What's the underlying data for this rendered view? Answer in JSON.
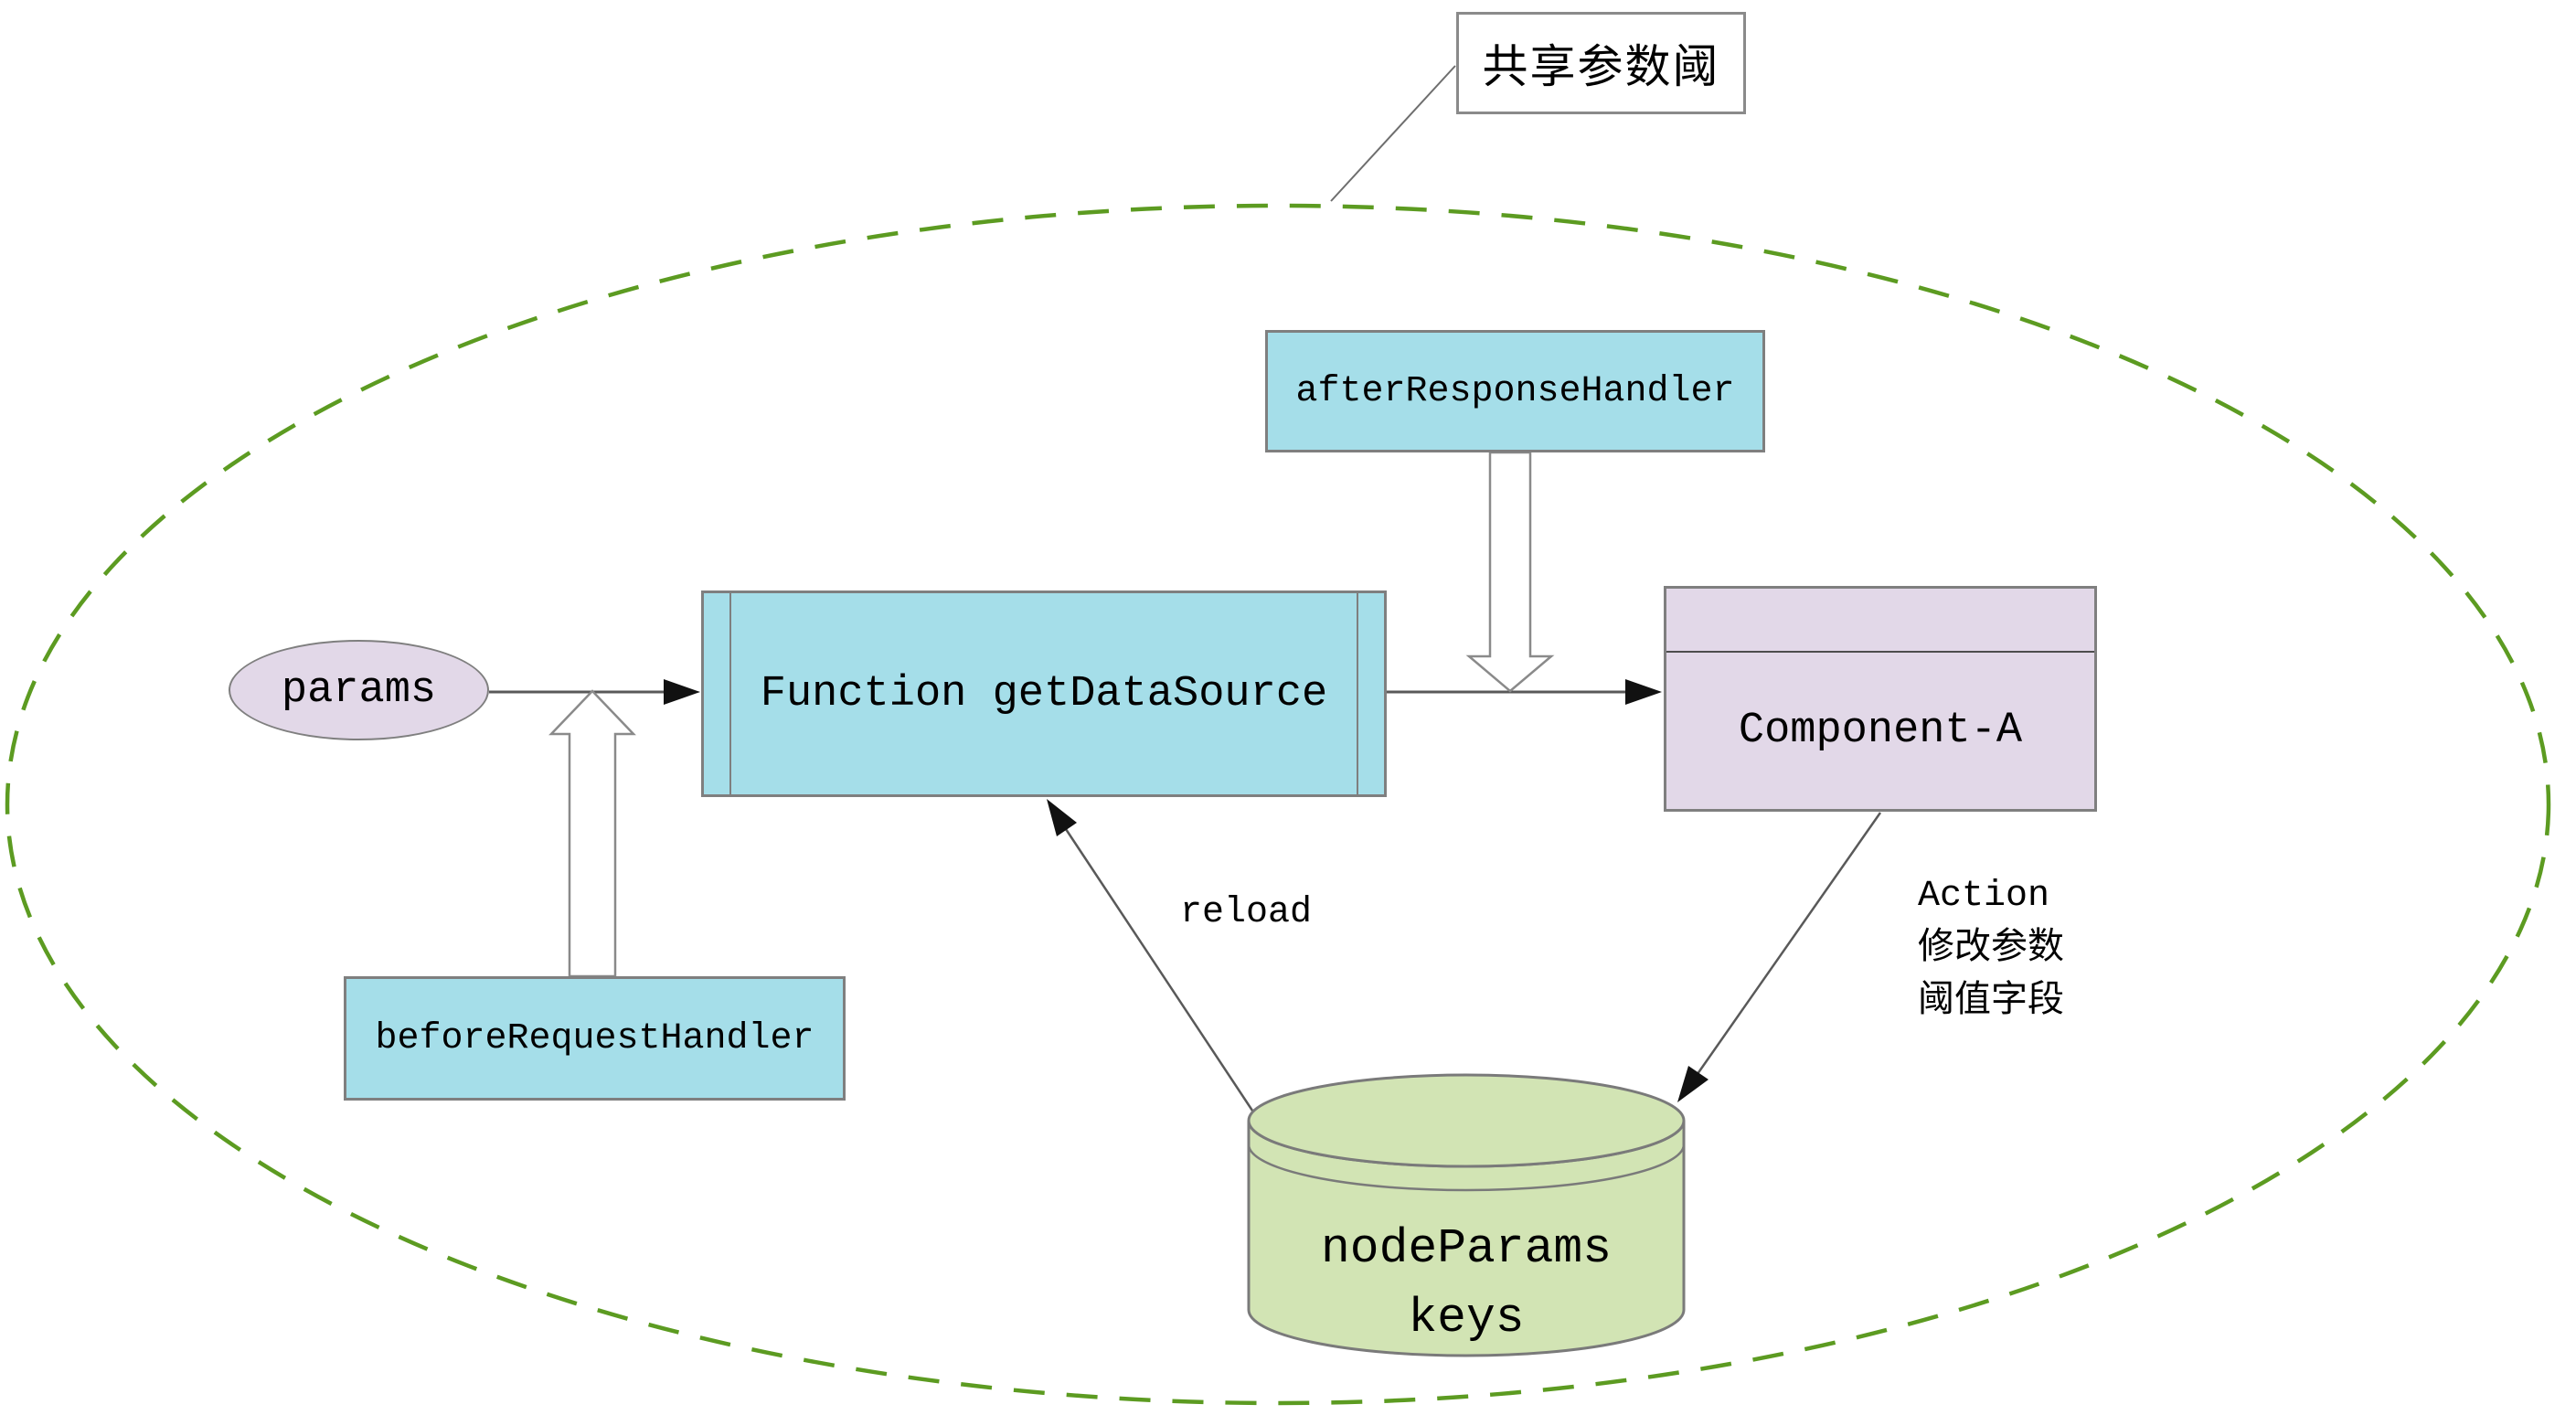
{
  "diagram": {
    "callout": {
      "label": "共享参数阈"
    },
    "nodes": {
      "params": {
        "label": "params"
      },
      "function_get_data_source": {
        "label": "Function getDataSource"
      },
      "after_response_handler": {
        "label": "afterResponseHandler"
      },
      "before_request_handler": {
        "label": "beforeRequestHandler"
      },
      "component_a": {
        "label": "Component-A"
      },
      "node_params_store": {
        "label_line1": "nodeParams",
        "label_line2": "keys"
      }
    },
    "edge_labels": {
      "reload": "reload",
      "action_line1": "Action",
      "action_line2": "修改参数",
      "action_line3": "阈值字段"
    },
    "colors": {
      "handler_fill": "#a5dee9",
      "component_fill": "#e2d8e8",
      "store_fill": "#d2e4b4",
      "boundary_dash": "#5c9b21",
      "border_gray": "#7f7f7f",
      "connector_gray": "#595959",
      "arrowhead_black": "#111111"
    }
  }
}
